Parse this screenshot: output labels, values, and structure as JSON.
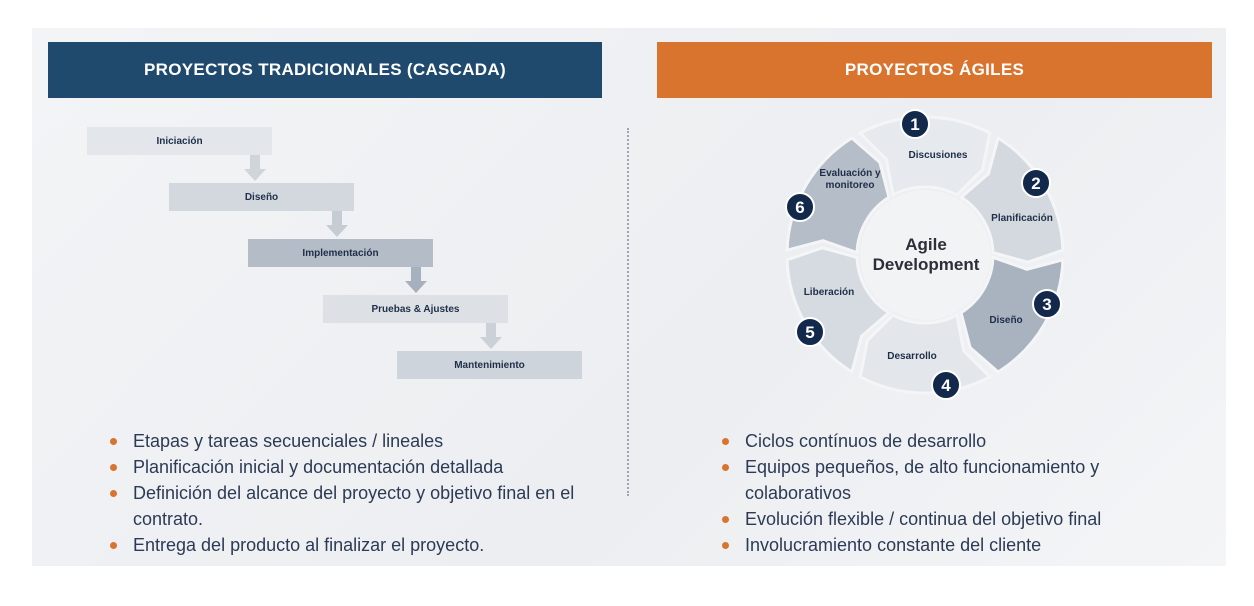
{
  "traditional": {
    "title": "PROYECTOS TRADICIONALES (CASCADA)",
    "stages": [
      "Iniciación",
      "Diseño",
      "Implementación",
      "Pruebas & Ajustes",
      "Mantenimiento"
    ],
    "bullets": [
      "Etapas y tareas secuenciales / lineales",
      "Planificación inicial y documentación detallada",
      "Definición del alcance del proyecto y objetivo final en el contrato.",
      "Entrega del producto al finalizar el proyecto."
    ]
  },
  "agile": {
    "title": "PROYECTOS ÁGILES",
    "center": [
      "Agile",
      "Development"
    ],
    "steps": [
      {
        "num": "1",
        "label": [
          "Discusiones"
        ]
      },
      {
        "num": "2",
        "label": [
          "Planificación"
        ]
      },
      {
        "num": "3",
        "label": [
          "Diseño"
        ]
      },
      {
        "num": "4",
        "label": [
          "Desarrollo"
        ]
      },
      {
        "num": "5",
        "label": [
          "Liberación"
        ]
      },
      {
        "num": "6",
        "label": [
          "Evaluación y",
          "monitoreo"
        ]
      }
    ],
    "bullets": [
      "Ciclos contínuos de desarrollo",
      "Equipos pequeños, de alto funcionamiento y colaborativos",
      "Evolución flexible / continua del objetivo final",
      "Involucramiento constante del cliente"
    ]
  },
  "colors": {
    "navy": "#1f4a6e",
    "orange": "#d9742e",
    "badge": "#13294b"
  }
}
